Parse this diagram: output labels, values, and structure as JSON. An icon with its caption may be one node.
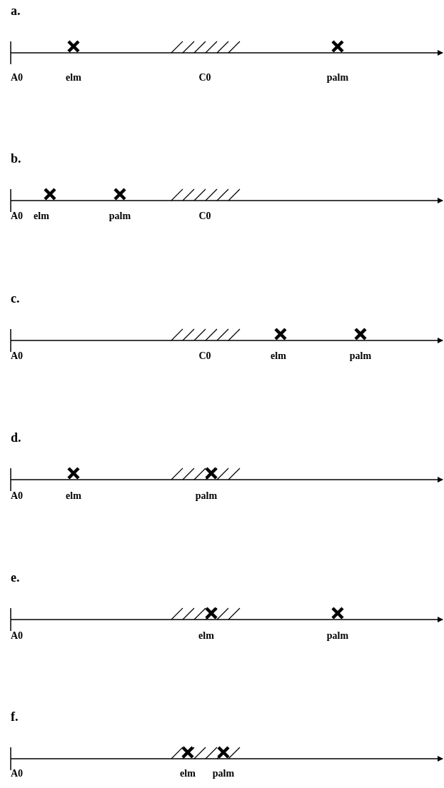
{
  "diagram": {
    "labels": [
      "a.",
      "A0",
      "elm",
      "C0",
      "palm",
      "b.",
      "A0",
      "elm",
      "palm",
      "C0",
      "c.",
      "A0",
      "C0",
      "elm",
      "palm",
      "d.",
      "A0",
      "elm",
      "palm",
      "e.",
      "A0",
      "elm",
      "palm",
      "f.",
      "A0",
      "elm",
      "palm"
    ]
  }
}
